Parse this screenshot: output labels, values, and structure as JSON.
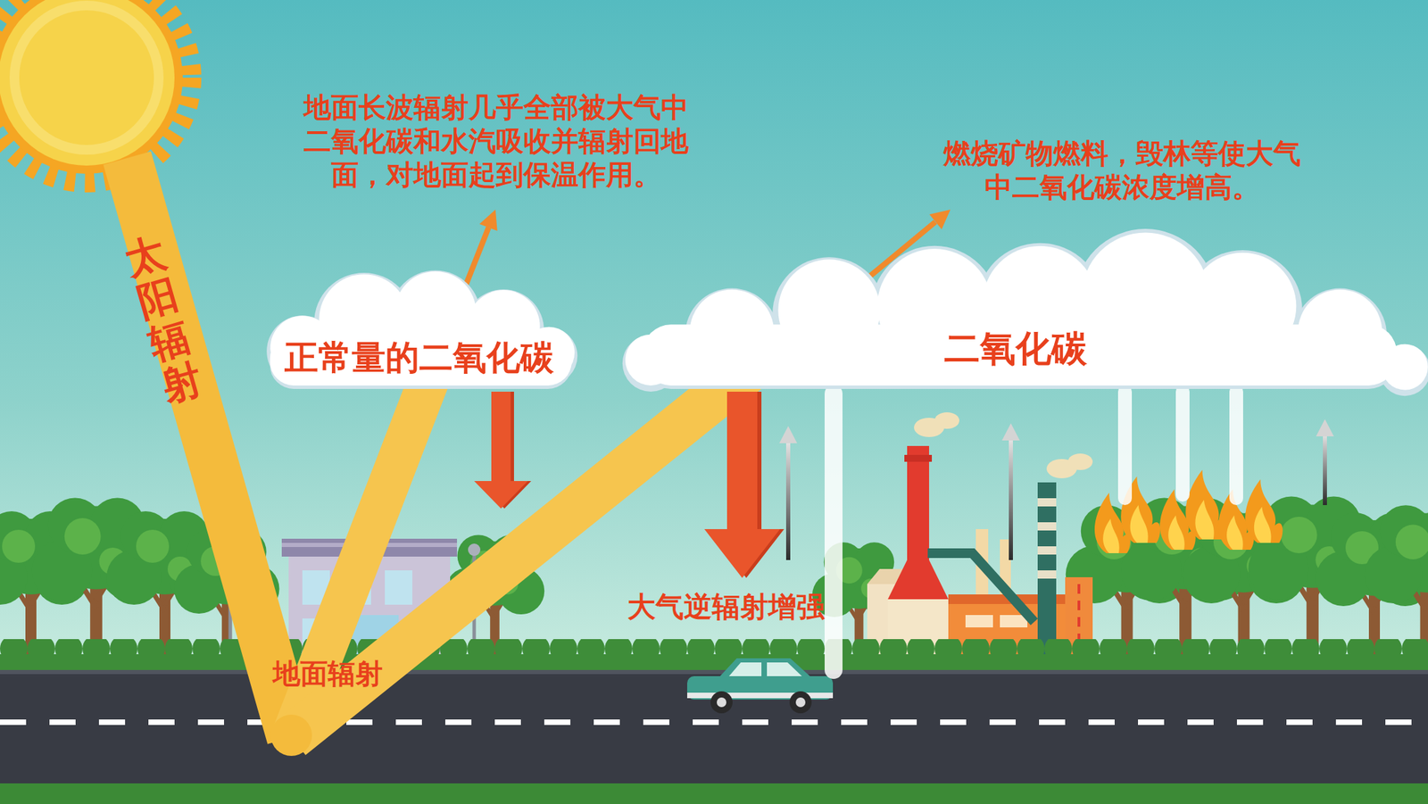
{
  "diagram": {
    "nodes": [
      {
        "text": [
          "正常量的二氧化碳"
        ]
      },
      {
        "text": [
          "二氧化碳"
        ]
      }
    ],
    "labels": [
      "地面长波辐射几乎全部被大气中二氧化碳和水汽吸收并辐射回地面，对地面起到保温作用。",
      "燃烧矿物燃料，毁林等使大气中二氧化碳浓度增高。",
      "太阳辐射",
      "大气逆辐射增强",
      "地面辐射"
    ]
  }
}
